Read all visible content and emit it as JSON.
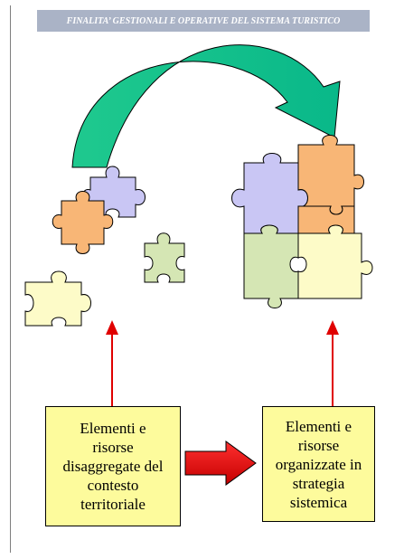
{
  "header": {
    "title": "FINALITA’ GESTIONALI E OPERATIVE DEL SISTEMA TURISTICO"
  },
  "boxes": {
    "left": {
      "text": "Elementi e\nrisorse\ndisaggregate del\ncontesto\nterritoriale"
    },
    "right": {
      "text": "Elementi e\nrisorse\norganizzate in\nstrategia\nsistemica"
    }
  },
  "colors": {
    "header_bg": "#aab3c6",
    "box_fill": "#fdfb9c",
    "curved_arrow": "#1fc98e",
    "red_arrow": "#e00000",
    "piece_purple": "#c9c6f4",
    "piece_orange": "#f8b676",
    "piece_green": "#d5e6b4",
    "piece_yellow": "#fdfbc8"
  }
}
